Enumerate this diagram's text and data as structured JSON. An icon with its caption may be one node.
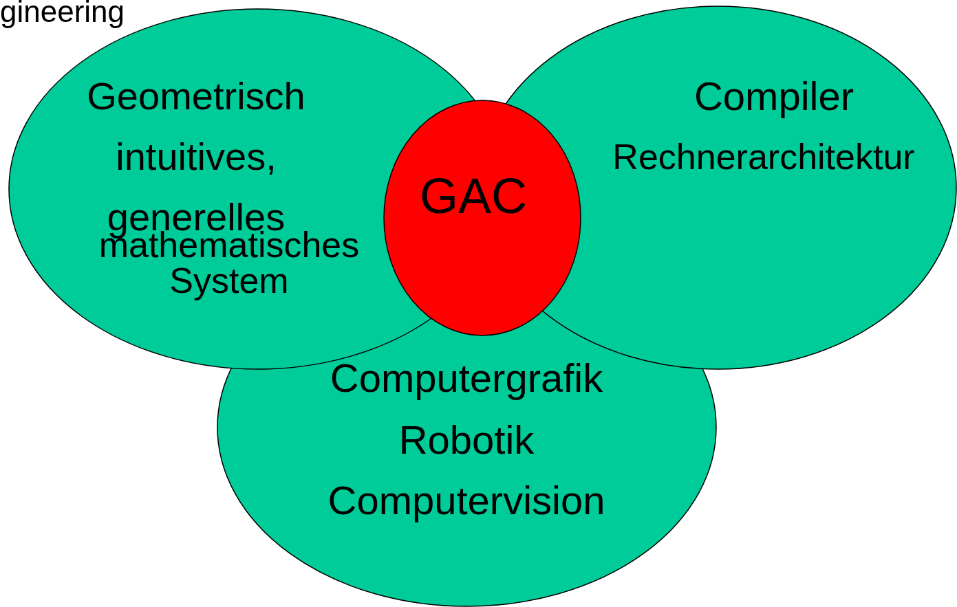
{
  "diagram": {
    "nodes": [
      {
        "text": [
          "Computergrafik",
          "Robotik",
          "Computervision"
        ]
      },
      {
        "text": [
          "Geometrisch intuitives, generelles",
          "mathematisches System"
        ]
      },
      {
        "text": [
          "Compiler",
          "Rechnerarchitektur"
        ]
      },
      {
        "text": [
          "GAC"
        ]
      }
    ],
    "edges": [],
    "labels": [
      "gineering"
    ]
  }
}
